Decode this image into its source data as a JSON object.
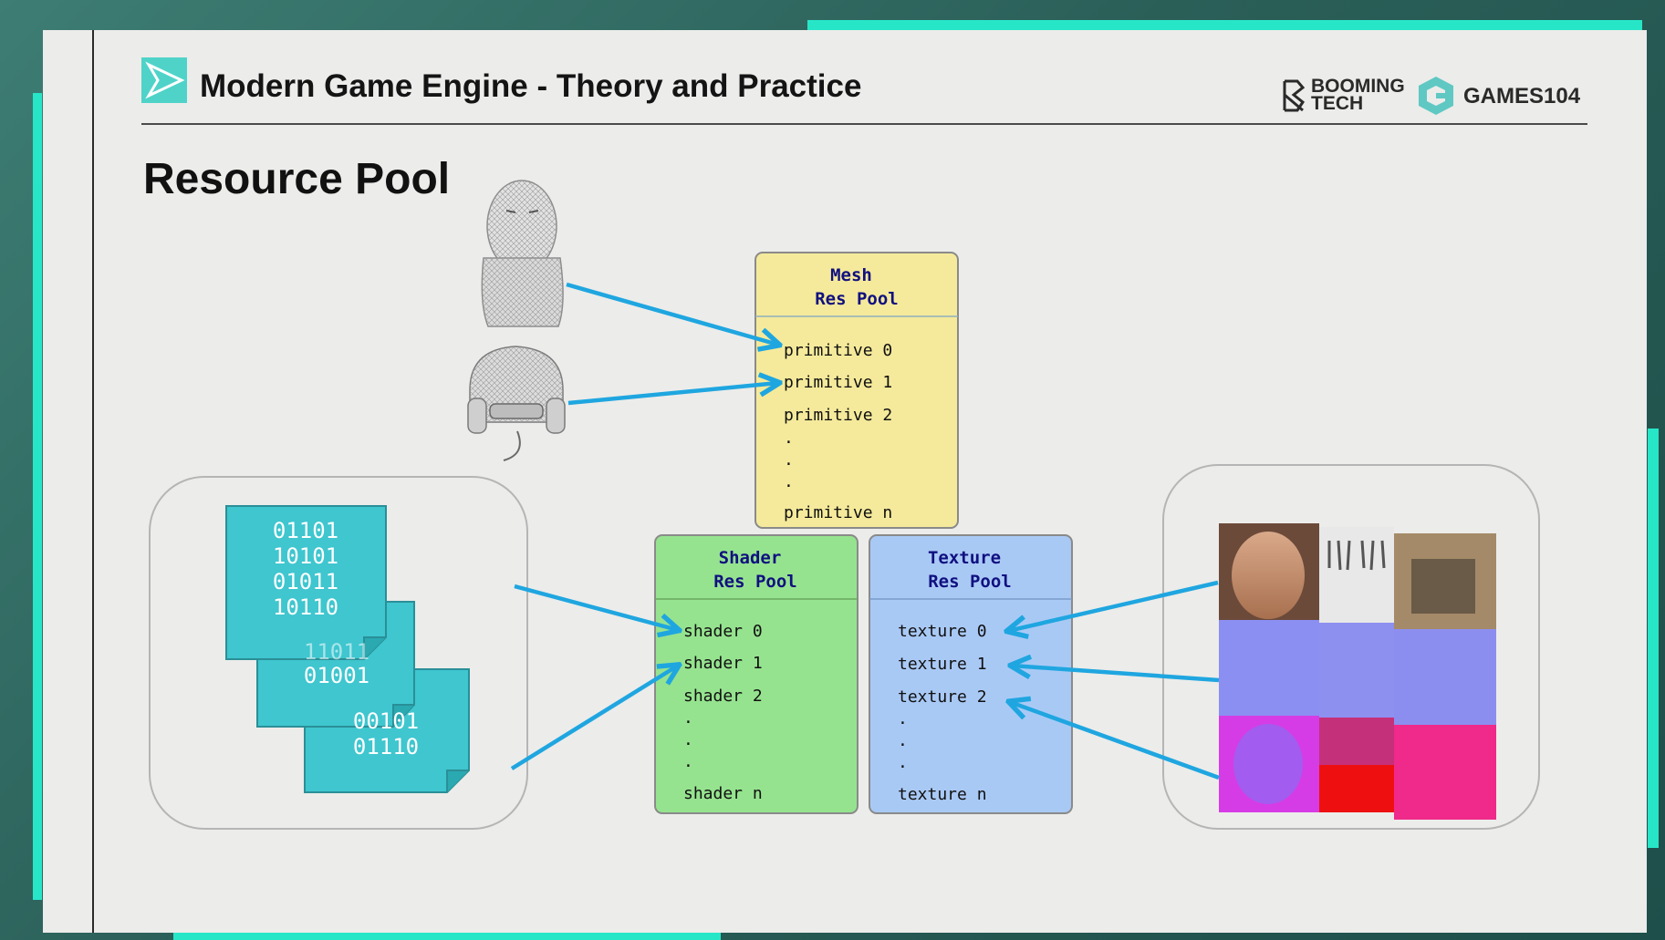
{
  "header": {
    "title": "Modern Game Engine - Theory and Practice",
    "brand_booming": [
      "BOOMING",
      "TECH"
    ],
    "brand_games": "GAMES104"
  },
  "slide_title": "Resource Pool",
  "pools": {
    "mesh": {
      "title": [
        "Mesh",
        "Res Pool"
      ],
      "items": [
        "primitive 0",
        "primitive 1",
        "primitive 2",
        ".",
        ".",
        ".",
        "primitive n"
      ],
      "color": "#f5ea9b"
    },
    "shader": {
      "title": [
        "Shader",
        "Res Pool"
      ],
      "items": [
        "shader 0",
        "shader 1",
        "shader 2",
        ".",
        ".",
        ".",
        "shader n"
      ],
      "color": "#96e38f"
    },
    "texture": {
      "title": [
        "Texture",
        "Res Pool"
      ],
      "items": [
        "texture 0",
        "texture 1",
        "texture 2",
        ".",
        ".",
        ".",
        "texture n"
      ],
      "color": "#a9c9f5"
    }
  },
  "shader_files": [
    [
      "01101",
      "10101",
      "01011",
      "10110"
    ],
    [
      "11011",
      "01001"
    ],
    [
      "00101",
      "01110"
    ]
  ],
  "colors": {
    "arrow": "#1fa6e0",
    "file": "#3fc6cf",
    "accent": "#27e6c8"
  }
}
